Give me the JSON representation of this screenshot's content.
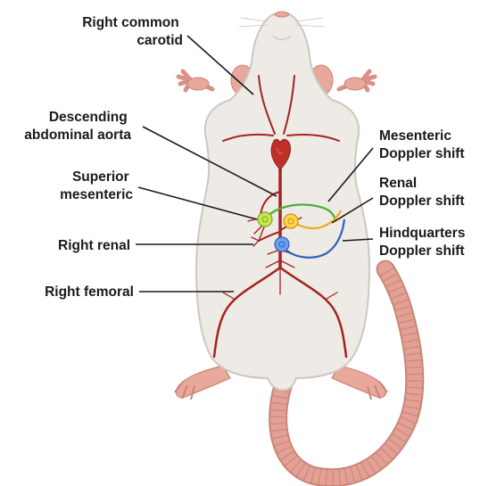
{
  "labels": {
    "right_common_carotid": [
      "Right common",
      "carotid"
    ],
    "descending_abdominal_aorta": [
      "Descending",
      "abdominal aorta"
    ],
    "superior_mesenteric": [
      "Superior",
      "mesenteric"
    ],
    "right_renal": [
      "Right renal"
    ],
    "right_femoral": [
      "Right femoral"
    ],
    "mesenteric_doppler_shift": [
      "Mesenteric",
      "Doppler shift"
    ],
    "renal_doppler_shift": [
      "Renal",
      "Doppler shift"
    ],
    "hindquarters_doppler_shift": [
      "Hindquarters",
      "Doppler shift"
    ]
  },
  "colors": {
    "body": "#eeebe6",
    "body_outline": "#cdc8c0",
    "skin": "#e8a89b",
    "tail": "#e3a195",
    "vessel": "#a32420",
    "heart": "#c0302b",
    "mesenteric_probe": "#c6e84a",
    "mesenteric_wire": "#4caf3a",
    "renal_probe": "#ffd44a",
    "renal_wire": "#f2a623",
    "hindquarters_probe": "#6e9ff0",
    "hindquarters_wire": "#2f5fbf"
  }
}
